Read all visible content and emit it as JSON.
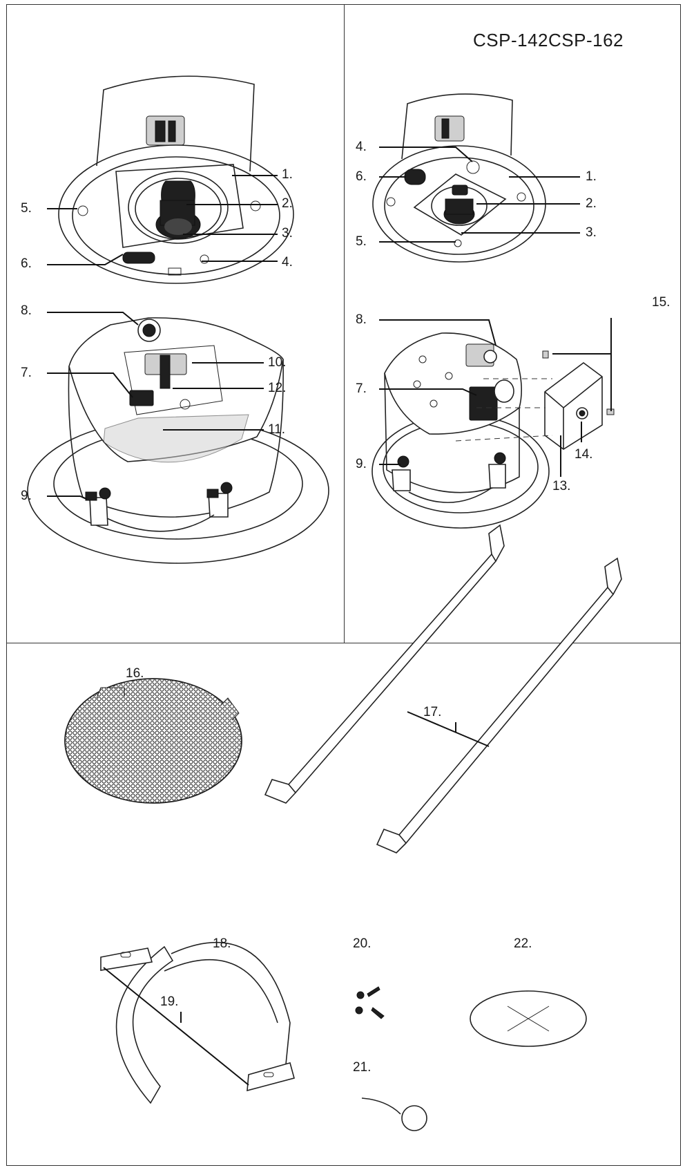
{
  "model_title": "CSP-142CSP-162",
  "left_panel": {
    "front_labels": {
      "l1": "1.",
      "l2": "2.",
      "l3": "3.",
      "l4": "4.",
      "l5": "5.",
      "l6": "6."
    },
    "rear_labels": {
      "l7": "7.",
      "l8": "8.",
      "l9": "9.",
      "l10": "10.",
      "l11": "11.",
      "l12": "12."
    }
  },
  "right_panel": {
    "front_labels": {
      "l1": "1.",
      "l2": "2.",
      "l3": "3.",
      "l4": "4.",
      "l5": "5.",
      "l6": "6."
    },
    "rear_labels": {
      "l7": "7.",
      "l8": "8.",
      "l9": "9.",
      "l13": "13.",
      "l14": "14.",
      "l15": "15."
    }
  },
  "accessories": {
    "l16": "16.",
    "l17": "17.",
    "l18": "18.",
    "l19": "19.",
    "l20": "20.",
    "l21": "21.",
    "l22": "22."
  }
}
